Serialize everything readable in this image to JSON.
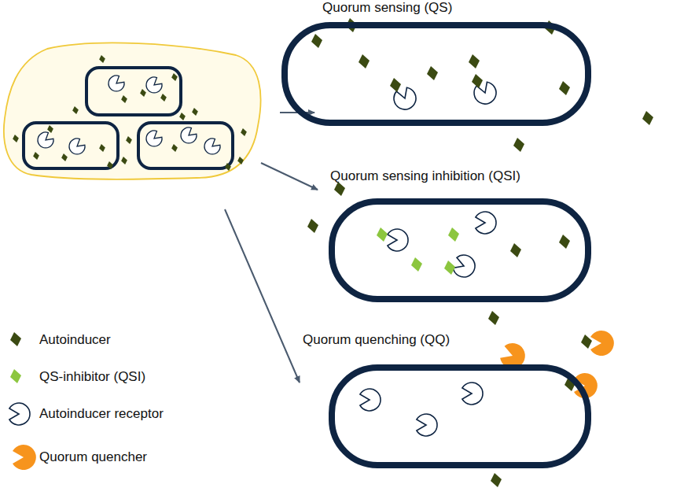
{
  "diagram": {
    "nodes": [
      {
        "text": [
          "Quorum sensing (QS)"
        ]
      },
      {
        "text": [
          "Quorum sensing inhibition (QSI)"
        ]
      },
      {
        "text": [
          "Quorum quenching (QQ)"
        ]
      }
    ],
    "legend": [
      {
        "text": "Autoinducer"
      },
      {
        "text": "QS-inhibitor (QSI)"
      },
      {
        "text": "Autoinducer receptor"
      },
      {
        "text": "Quorum quencher"
      }
    ]
  }
}
